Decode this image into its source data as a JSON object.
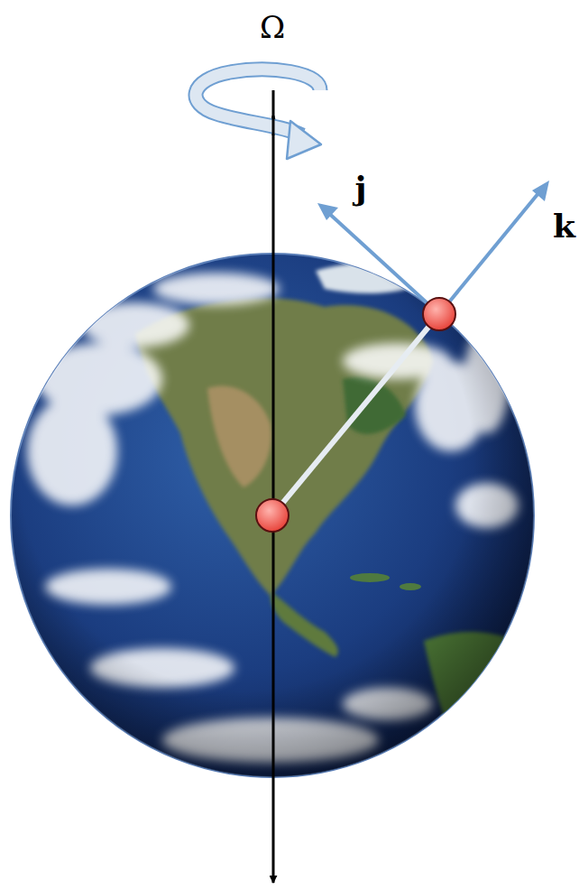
{
  "diagram": {
    "labels": [
      "Ω",
      "j",
      "k"
    ]
  }
}
